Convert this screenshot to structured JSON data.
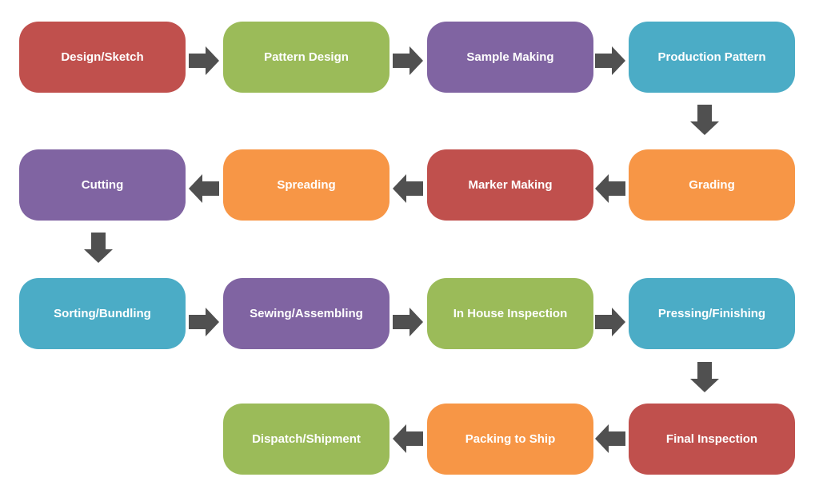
{
  "colors": {
    "red": "#c0504d",
    "green": "#9bbb59",
    "purple": "#8064a2",
    "blue": "#4bacc6",
    "orange": "#f79646",
    "arrow": "#505050"
  },
  "steps": [
    {
      "label": "Design/Sketch",
      "color": "#c0504d"
    },
    {
      "label": "Pattern Design",
      "color": "#9bbb59"
    },
    {
      "label": "Sample Making",
      "color": "#8064a2"
    },
    {
      "label": "Production Pattern",
      "color": "#4bacc6"
    },
    {
      "label": "Grading",
      "color": "#f79646"
    },
    {
      "label": "Marker Making",
      "color": "#c0504d"
    },
    {
      "label": "Spreading",
      "color": "#f79646"
    },
    {
      "label": "Cutting",
      "color": "#8064a2"
    },
    {
      "label": "Sorting/Bundling",
      "color": "#4bacc6"
    },
    {
      "label": "Sewing/Assembling",
      "color": "#8064a2"
    },
    {
      "label": "In House Inspection",
      "color": "#9bbb59"
    },
    {
      "label": "Pressing/Finishing",
      "color": "#4bacc6"
    },
    {
      "label": "Final Inspection",
      "color": "#c0504d"
    },
    {
      "label": "Packing to Ship",
      "color": "#f79646"
    },
    {
      "label": "Dispatch/Shipment",
      "color": "#9bbb59"
    }
  ],
  "arrows": [
    {
      "direction": "right"
    },
    {
      "direction": "right"
    },
    {
      "direction": "right"
    },
    {
      "direction": "down"
    },
    {
      "direction": "left"
    },
    {
      "direction": "left"
    },
    {
      "direction": "left"
    },
    {
      "direction": "down"
    },
    {
      "direction": "right"
    },
    {
      "direction": "right"
    },
    {
      "direction": "right"
    },
    {
      "direction": "down"
    },
    {
      "direction": "left"
    },
    {
      "direction": "left"
    }
  ]
}
